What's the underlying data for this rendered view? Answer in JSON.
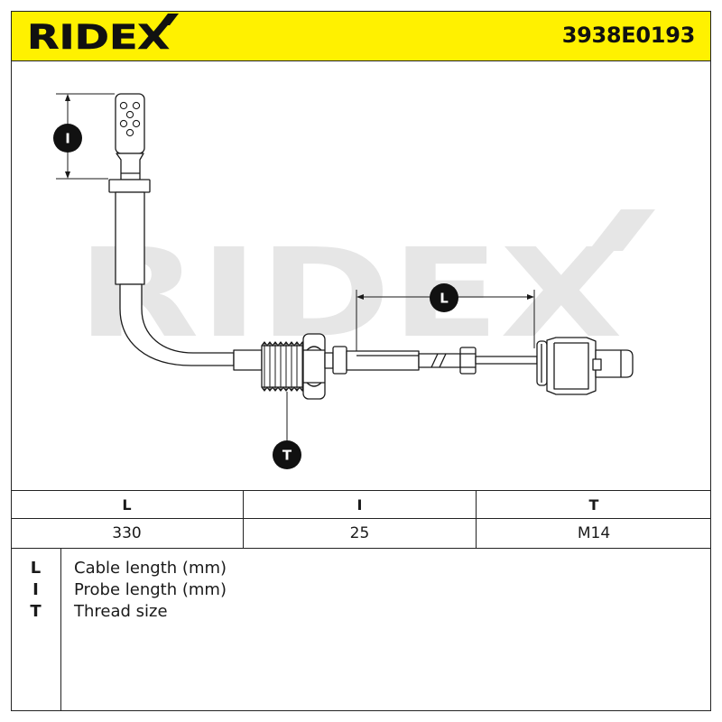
{
  "brand": {
    "logo_text": "RIDEX",
    "part_number": "3938E0193"
  },
  "colors": {
    "header_background": "#fff100",
    "ink": "#1a1a1a",
    "watermark": "#e6e6e6",
    "marker_fill": "#111111",
    "marker_text": "#ffffff"
  },
  "drawing": {
    "watermark_text": "RIDEX",
    "markers": {
      "probe": "I",
      "cable": "L",
      "thread": "T"
    }
  },
  "spec_table": {
    "headers": [
      "L",
      "I",
      "T"
    ],
    "values": [
      "330",
      "25",
      "M14"
    ]
  },
  "legend": [
    {
      "key": "L",
      "label": "Cable length (mm)"
    },
    {
      "key": "I",
      "label": "Probe length (mm)"
    },
    {
      "key": "T",
      "label": "Thread size"
    }
  ]
}
